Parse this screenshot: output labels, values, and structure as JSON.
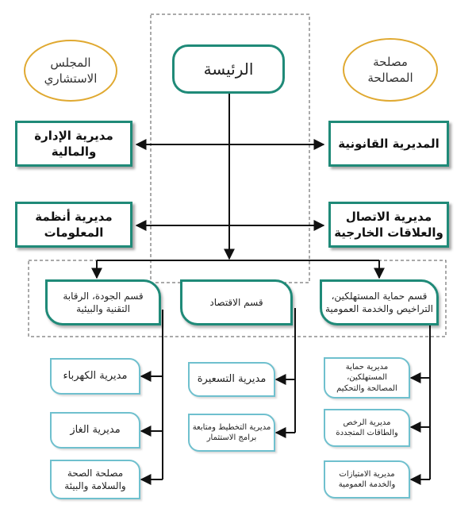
{
  "president": "الرئيسة",
  "advisory_council": {
    "line1": "المجلس",
    "line2": "الاستشاري"
  },
  "top_authority": {
    "line1": "مصلحة",
    "line2": "المصالحة"
  },
  "directorates": {
    "admin_finance": {
      "line1": "مديرية الإدارة",
      "line2": "والمالية"
    },
    "legal": {
      "line1": "المديرية القانونية",
      "line2": ""
    },
    "info_systems": {
      "line1": "مديرية أنظمة",
      "line2": "المعلومات"
    },
    "communication": {
      "line1": "مديرية الاتصال",
      "line2": "والعلاقات الخارجية"
    }
  },
  "sections": {
    "quality": {
      "line1": "قسم الجودة، الرقابة",
      "line2": "التقنية والبيئية"
    },
    "economy": {
      "line1": "قسم الاقتصاد",
      "line2": ""
    },
    "consumer": {
      "line1": "قسم حماية المستهلكين،",
      "line2": "التراخيص والخدمة العمومية"
    }
  },
  "sub_units": {
    "electricity": {
      "line1": "مديرية الكهرباء",
      "line2": ""
    },
    "gas": {
      "line1": "مديرية الغاز",
      "line2": ""
    },
    "health_safety": {
      "line1": "مصلحة الصحة",
      "line2": "والسلامة والبيئة"
    },
    "pricing": {
      "line1": "مديرية التسعيرة",
      "line2": ""
    },
    "planning": {
      "line1": "مديرية التخطيط ومتابعة",
      "line2": "برامج الاستثمار"
    },
    "consumer_protection": {
      "line1": "مديرية حماية المستهلكين،",
      "line2": "المصالحة والتحكيم"
    },
    "licenses": {
      "line1": "مديرية الرخص",
      "line2": "والطاقات المتجددة"
    },
    "concessions": {
      "line1": "مديرية الامتيازات",
      "line2": "والخدمة العمومية"
    }
  },
  "colors": {
    "teal": "#1f8a78",
    "light_teal": "#6fc0ce",
    "gold": "#e0a931",
    "line": "#111111"
  }
}
